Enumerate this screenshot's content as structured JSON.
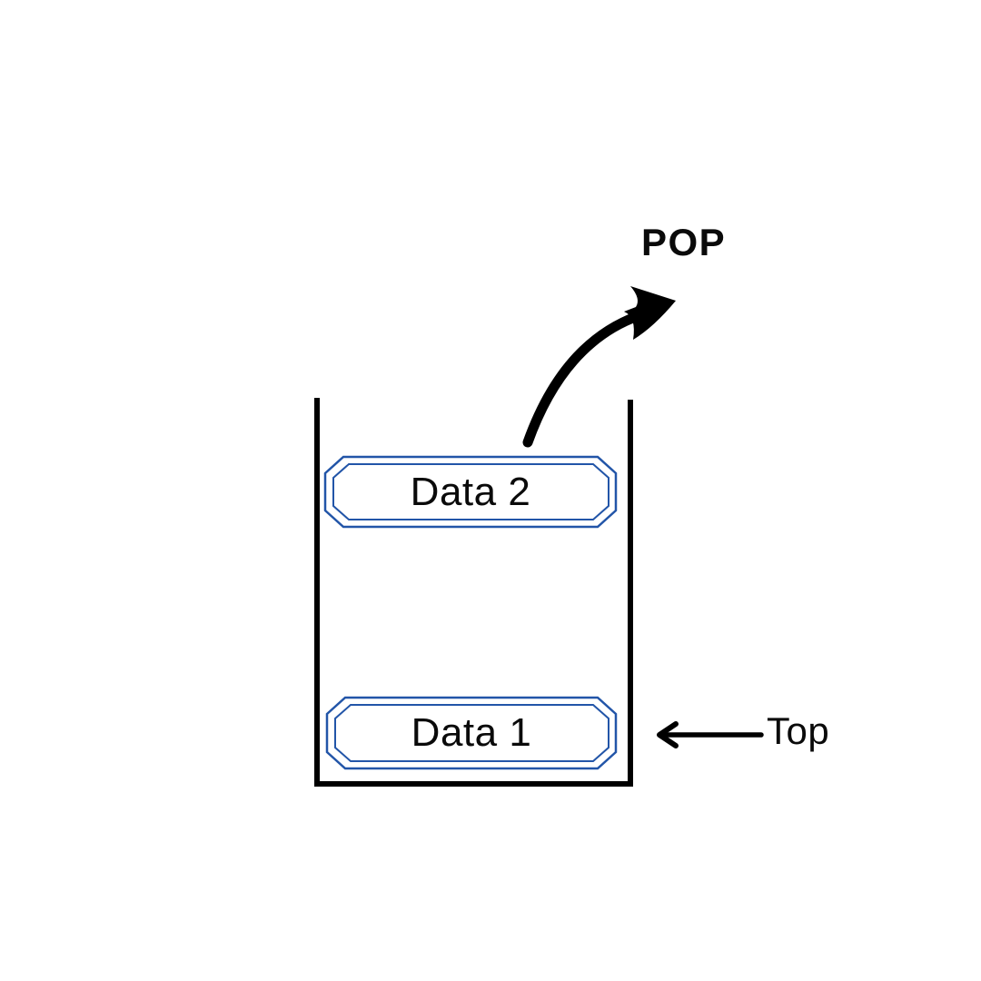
{
  "diagram": {
    "type": "stack-pop-operation",
    "items": [
      {
        "label": "Data 2",
        "position": "top-of-stack"
      },
      {
        "label": "Data 1",
        "position": "bottom-of-stack"
      }
    ],
    "pop_label": "POP",
    "top_label": "Top",
    "colors": {
      "box_border": "#2255a8",
      "stroke": "#000000",
      "text": "#0a0a0a",
      "background": "#ffffff"
    }
  }
}
